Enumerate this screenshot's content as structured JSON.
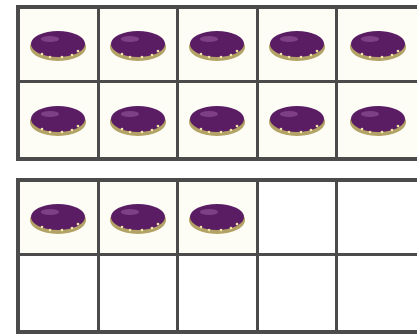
{
  "ten_frames": [
    {
      "filled": 10,
      "total": 10,
      "icon": "donut-icon"
    },
    {
      "filled": 3,
      "total": 10,
      "icon": "donut-icon"
    }
  ],
  "colors": {
    "grid_line": "#4b4b4b",
    "donut_icing": "#5a1d63",
    "donut_dough": "#b3a265",
    "donut_sprinkle": "#f2e6a8"
  }
}
